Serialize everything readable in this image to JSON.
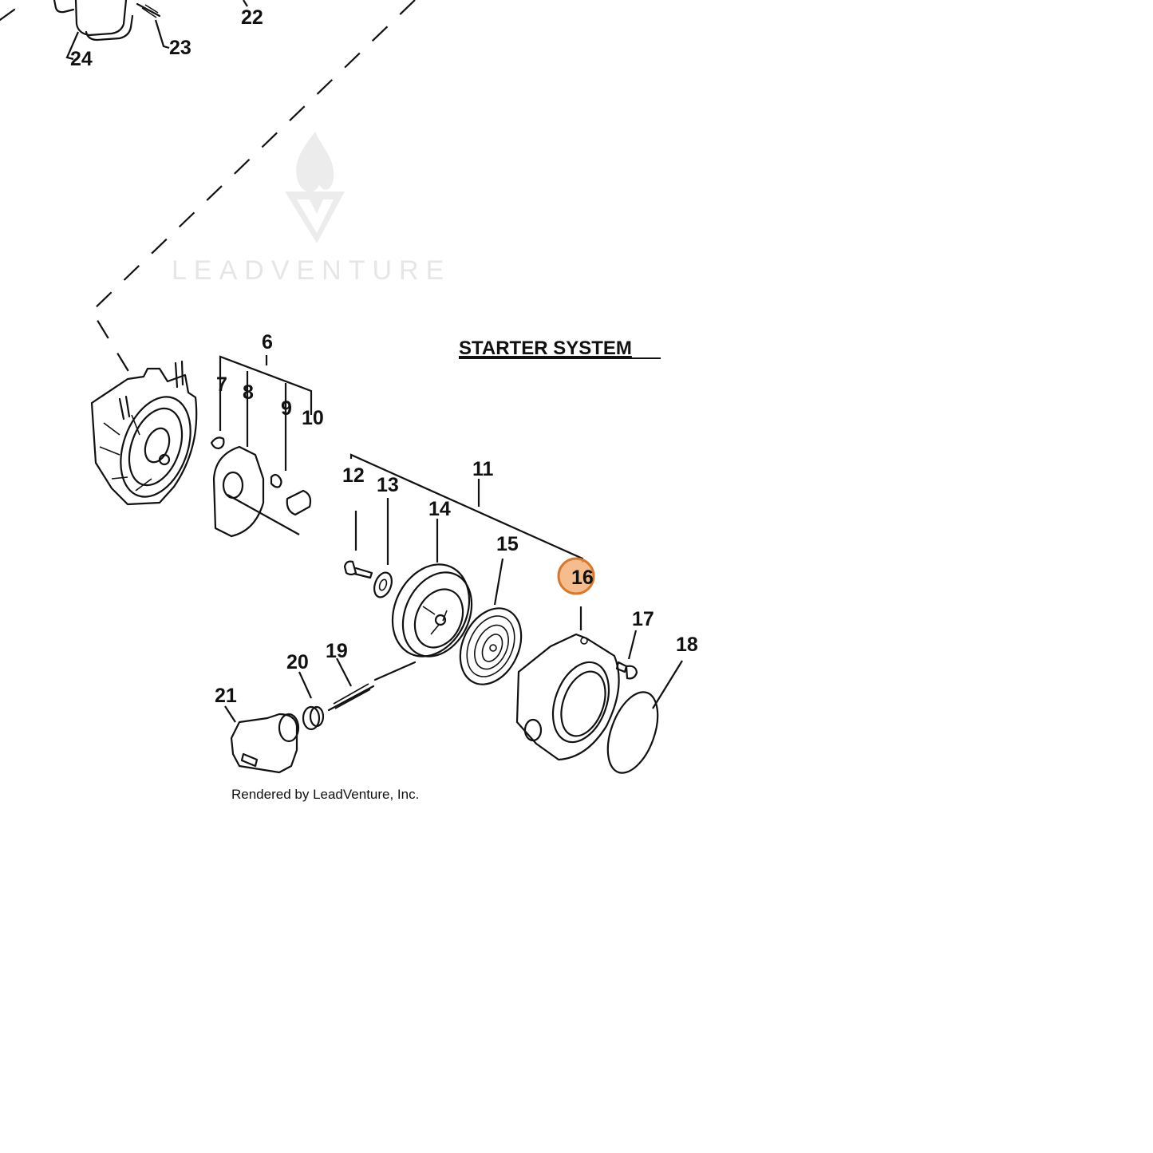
{
  "diagram": {
    "title": "STARTER SYSTEM",
    "footer": "Rendered by LeadVenture, Inc.",
    "watermark": "LEADVENTURE",
    "highlighted_callout": "16",
    "highlight_color": "#f3b27a",
    "callouts": {
      "c6": "6",
      "c7": "7",
      "c8": "8",
      "c9": "9",
      "c10": "10",
      "c11": "11",
      "c12": "12",
      "c13": "13",
      "c14": "14",
      "c15": "15",
      "c16": "16",
      "c17": "17",
      "c18": "18",
      "c19": "19",
      "c20": "20",
      "c21": "21",
      "c22": "22",
      "c23": "23",
      "c24": "24"
    }
  }
}
